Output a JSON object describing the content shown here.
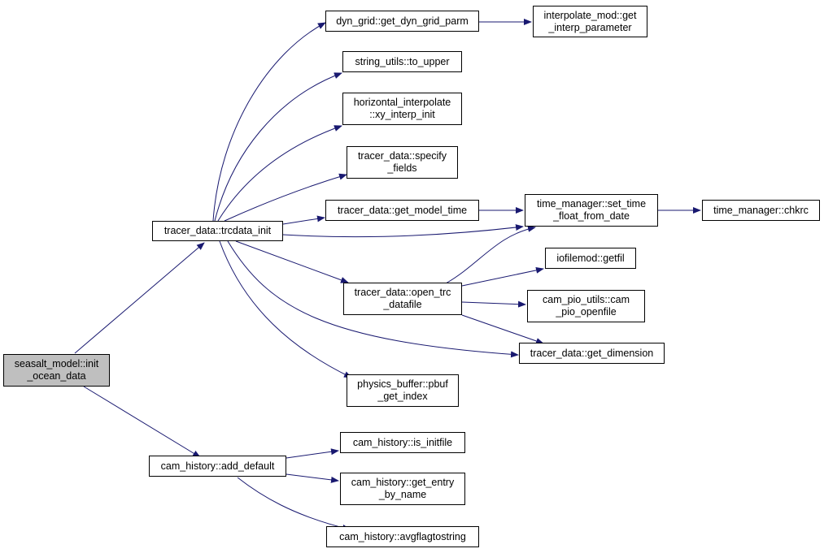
{
  "nodes": {
    "seasalt": {
      "lines": [
        "seasalt_model::init",
        "_ocean_data"
      ]
    },
    "trcdata_init": {
      "lines": [
        "tracer_data::trcdata_init"
      ]
    },
    "add_default": {
      "lines": [
        "cam_history::add_default"
      ]
    },
    "dyn_grid": {
      "lines": [
        "dyn_grid::get_dyn_grid_parm"
      ]
    },
    "interp_param": {
      "lines": [
        "interpolate_mod::get",
        "_interp_parameter"
      ]
    },
    "to_upper": {
      "lines": [
        "string_utils::to_upper"
      ]
    },
    "xy_interp": {
      "lines": [
        "horizontal_interpolate",
        "::xy_interp_init"
      ]
    },
    "specify_fields": {
      "lines": [
        "tracer_data::specify",
        "_fields"
      ]
    },
    "get_model_time": {
      "lines": [
        "tracer_data::get_model_time"
      ]
    },
    "set_time": {
      "lines": [
        "time_manager::set_time",
        "_float_from_date"
      ]
    },
    "chkrc": {
      "lines": [
        "time_manager::chkrc"
      ]
    },
    "getfil": {
      "lines": [
        "iofilemod::getfil"
      ]
    },
    "open_trc": {
      "lines": [
        "tracer_data::open_trc",
        "_datafile"
      ]
    },
    "pio_openfile": {
      "lines": [
        "cam_pio_utils::cam",
        "_pio_openfile"
      ]
    },
    "get_dimension": {
      "lines": [
        "tracer_data::get_dimension"
      ]
    },
    "pbuf_index": {
      "lines": [
        "physics_buffer::pbuf",
        "_get_index"
      ]
    },
    "is_initfile": {
      "lines": [
        "cam_history::is_initfile"
      ]
    },
    "get_entry": {
      "lines": [
        "cam_history::get_entry",
        "_by_name"
      ]
    },
    "avgflag": {
      "lines": [
        "cam_history::avgflagtostring"
      ]
    }
  },
  "edge_color": "#191970",
  "root_color": "#bfbfbf"
}
